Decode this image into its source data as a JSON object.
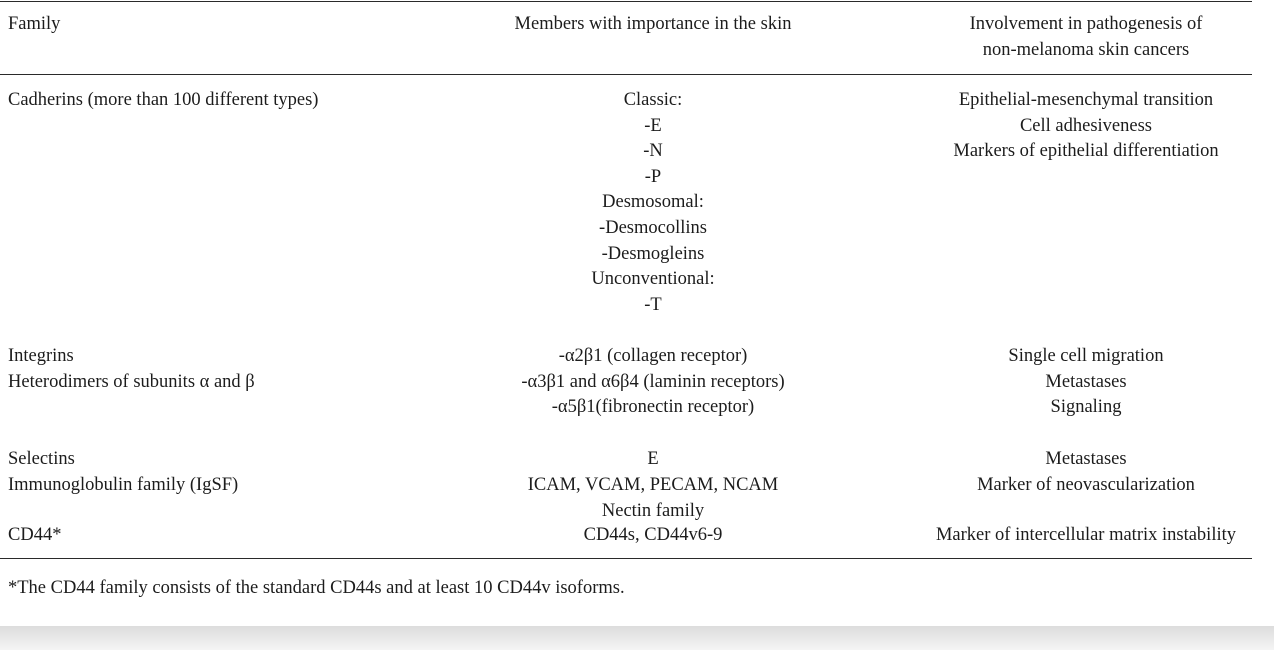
{
  "table": {
    "headers": {
      "family": "Family",
      "members": "Members with importance in the skin",
      "involvement": [
        "Involvement in pathogenesis of",
        "non-melanoma skin cancers"
      ]
    },
    "rows": [
      {
        "family": [
          "Cadherins (more than 100 different types)"
        ],
        "members": [
          "Classic:",
          "-E",
          "-N",
          "-P",
          "Desmosomal:",
          "-Desmocollins",
          "-Desmogleins",
          "Unconventional:",
          "-T"
        ],
        "involvement": [
          "Epithelial-mesenchymal transition",
          "Cell adhesiveness",
          "Markers of epithelial differentiation"
        ]
      },
      {
        "family": [
          "Integrins",
          "Heterodimers of subunits α and β"
        ],
        "members": [
          "-α2β1 (collagen receptor)",
          "-α3β1 and α6β4 (laminin receptors)",
          "-α5β1(fibronectin receptor)"
        ],
        "involvement": [
          "Single cell migration",
          "Metastases",
          "Signaling"
        ]
      },
      {
        "family": [
          "Selectins"
        ],
        "members": [
          "E"
        ],
        "involvement": [
          "Metastases"
        ]
      },
      {
        "family": [
          "Immunoglobulin family (IgSF)"
        ],
        "members": [
          "ICAM, VCAM, PECAM, NCAM",
          "Nectin family"
        ],
        "involvement": [
          "Marker of neovascularization"
        ]
      },
      {
        "family": [
          "CD44*"
        ],
        "members": [
          "CD44s, CD44v6-9"
        ],
        "involvement": [
          "Marker of intercellular matrix instability"
        ]
      }
    ]
  },
  "footnote": "*The CD44 family consists of the standard CD44s and at least 10 CD44v isoforms."
}
